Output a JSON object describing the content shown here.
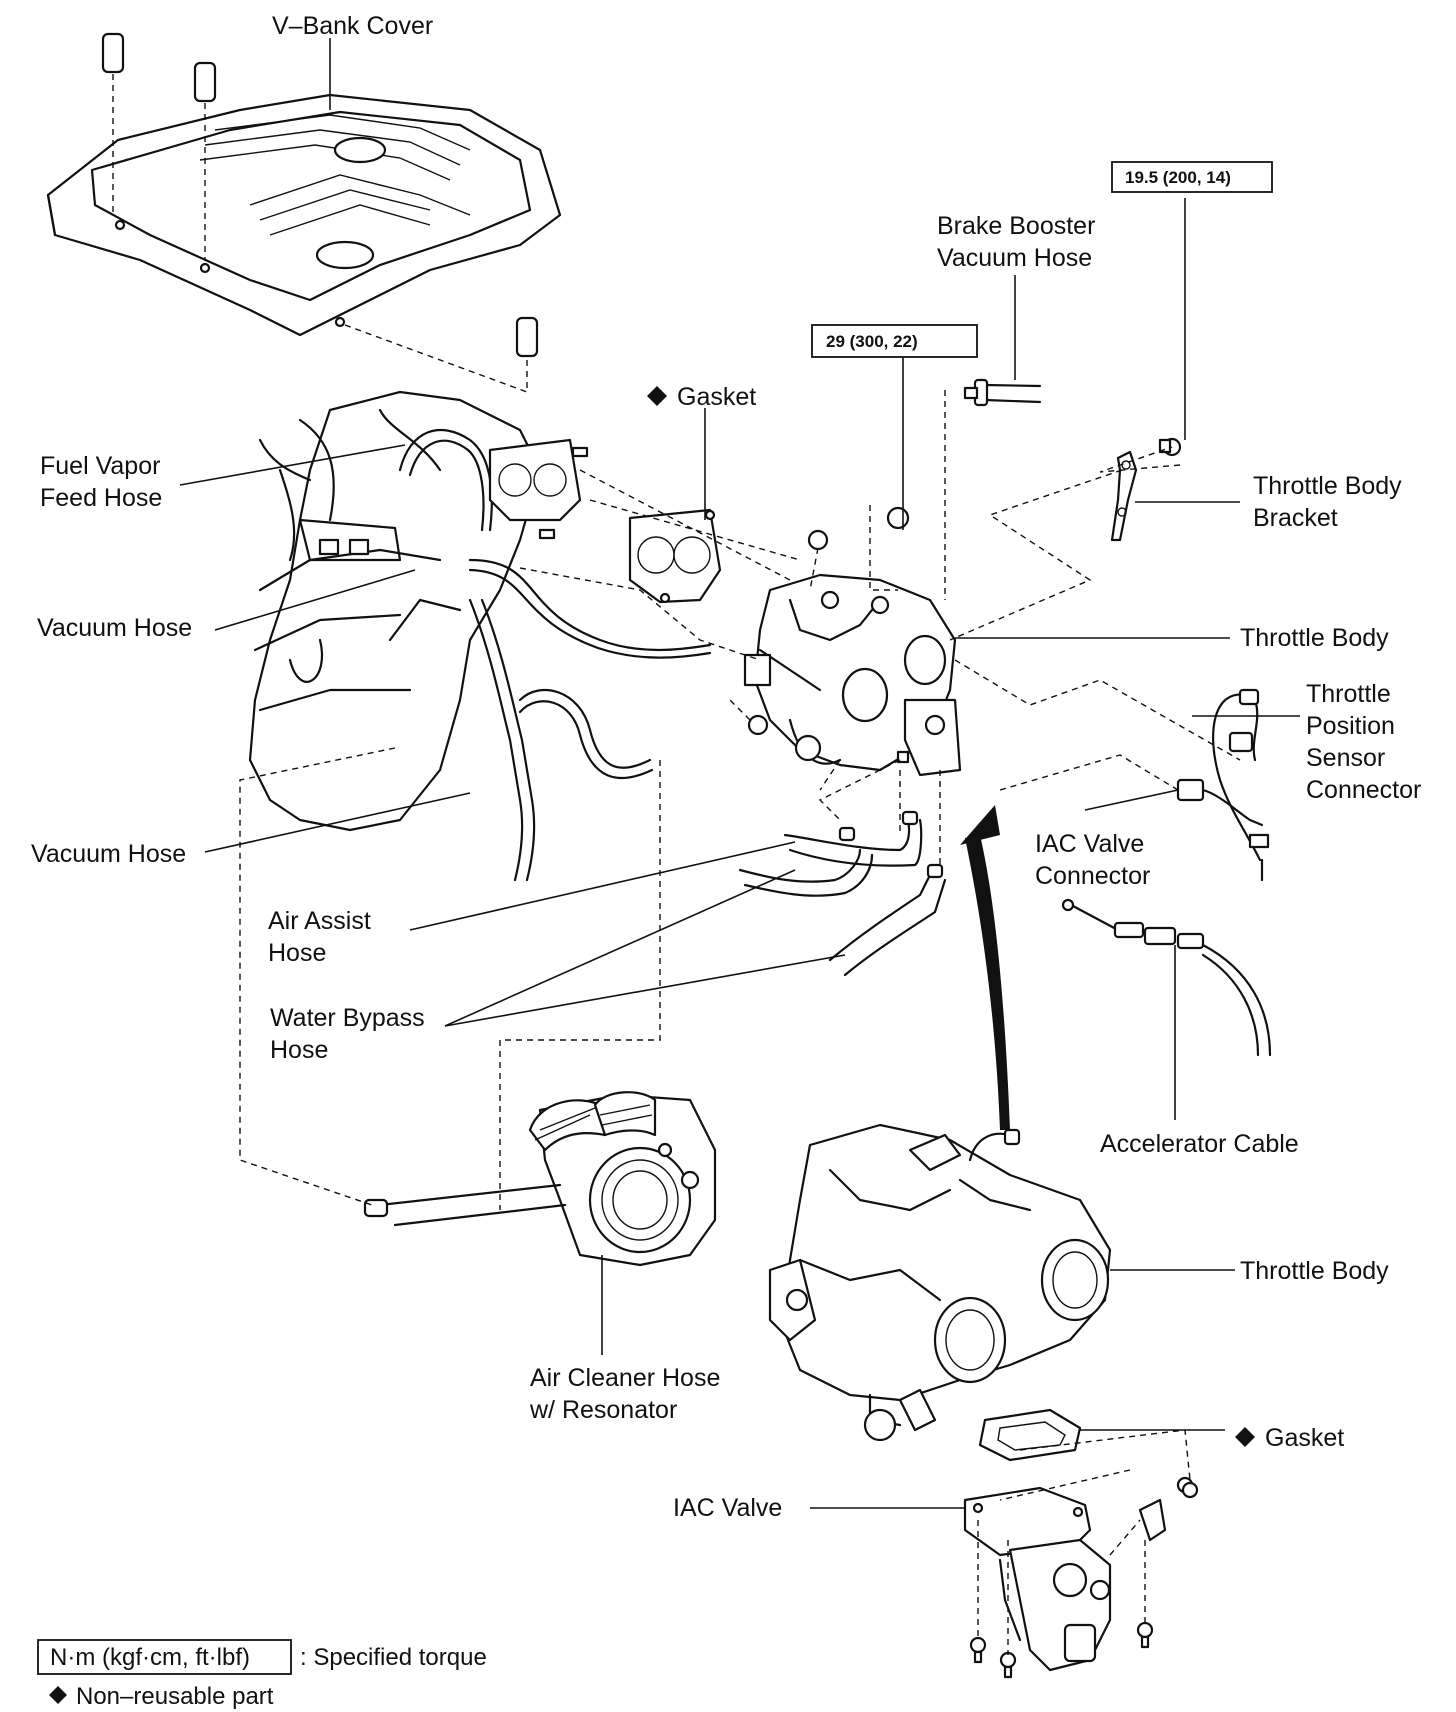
{
  "labels": {
    "v_bank_cover": "V–Bank Cover",
    "fuel_vapor_feed_hose": [
      "Fuel Vapor",
      "Feed Hose"
    ],
    "vacuum_hose_1": "Vacuum Hose",
    "vacuum_hose_2": "Vacuum Hose",
    "gasket_upper": "Gasket",
    "brake_booster_vacuum_hose": [
      "Brake Booster",
      "Vacuum Hose"
    ],
    "throttle_body_bracket": [
      "Throttle Body",
      "Bracket"
    ],
    "throttle_body_upper": "Throttle Body",
    "throttle_position_sensor_connector": [
      "Throttle",
      "Position",
      "Sensor",
      "Connector"
    ],
    "iac_valve_connector": [
      "IAC Valve",
      "Connector"
    ],
    "air_assist_hose": [
      "Air Assist",
      "Hose"
    ],
    "water_bypass_hose": [
      "Water Bypass",
      "Hose"
    ],
    "accelerator_cable": "Accelerator Cable",
    "throttle_body_lower": "Throttle Body",
    "air_cleaner_hose": [
      "Air Cleaner Hose",
      "w/ Resonator"
    ],
    "gasket_lower": "Gasket",
    "iac_valve": "IAC Valve"
  },
  "torque_specs": {
    "bracket_bolt": "19.5 (200, 14)",
    "throttle_nut": "29 (300, 22)"
  },
  "legend": {
    "torque_unit_box": "N·m (kgf·cm, ft·lbf)",
    "torque_desc": ": Specified torque",
    "non_reusable": "Non–reusable part"
  }
}
